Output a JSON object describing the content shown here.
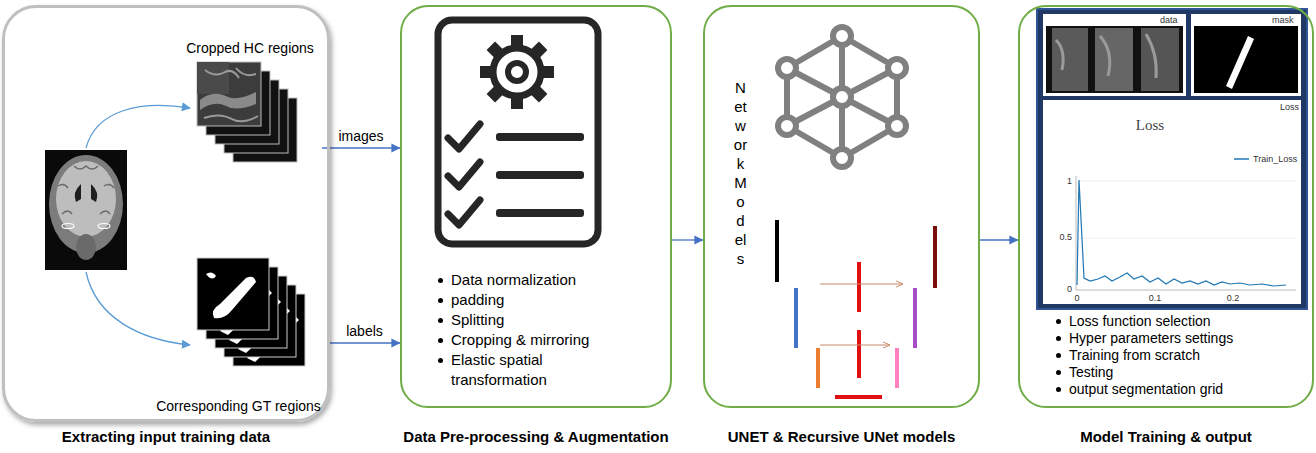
{
  "diagram": {
    "nodes": [
      {
        "text": [
          "Extracting input training data"
        ]
      },
      {
        "text": [
          "Cropped HC regions"
        ],
        "in": 0
      },
      {
        "text": [
          "Corresponding GT regions"
        ],
        "in": 0
      },
      {
        "text": [
          "Data Pre-processing & Augmentation",
          "Data normalization",
          "padding",
          "Splitting",
          "Cropping & mirroring",
          "Elastic spatial transformation"
        ]
      },
      {
        "text": [
          "UNET & Recursive UNet models",
          "Network Models"
        ]
      },
      {
        "text": [
          "Model Training & output",
          "Loss function selection",
          "Hyper parameters settings",
          "Training from scratch",
          "Testing",
          "output segmentation grid"
        ]
      }
    ],
    "edges": [
      {
        "from": 1,
        "to": 3,
        "label": "images",
        "arrow": "to"
      },
      {
        "from": 2,
        "to": 3,
        "label": "labels",
        "arrow": "to"
      },
      {
        "from": 3,
        "to": 4,
        "arrow": "to"
      },
      {
        "from": 4,
        "to": 5,
        "arrow": "to"
      }
    ],
    "labels": [
      "data",
      "mask",
      "Loss",
      "Loss",
      "1",
      "0.5",
      "0",
      "0",
      "0.1",
      "0.2"
    ],
    "legend": [
      {
        "text": "Train_Loss"
      }
    ]
  }
}
